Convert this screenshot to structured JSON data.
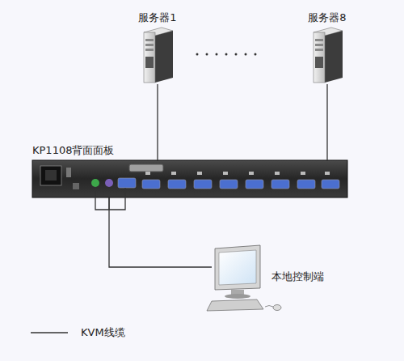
{
  "diagram": {
    "nodes": [
      {
        "text": [
          "服务器1"
        ]
      },
      {
        "text": [
          "服务器8"
        ]
      },
      {
        "text": [
          "KP1108背面面板"
        ]
      },
      {
        "text": [
          "本地控制端"
        ]
      }
    ],
    "edges": [
      {
        "from": 0,
        "to": 2,
        "arrow": "none"
      },
      {
        "from": 1,
        "to": 2,
        "arrow": "none"
      },
      {
        "from": 2,
        "to": 3,
        "arrow": "none"
      }
    ],
    "legend": [
      {
        "text": "KVM线缆"
      }
    ]
  }
}
